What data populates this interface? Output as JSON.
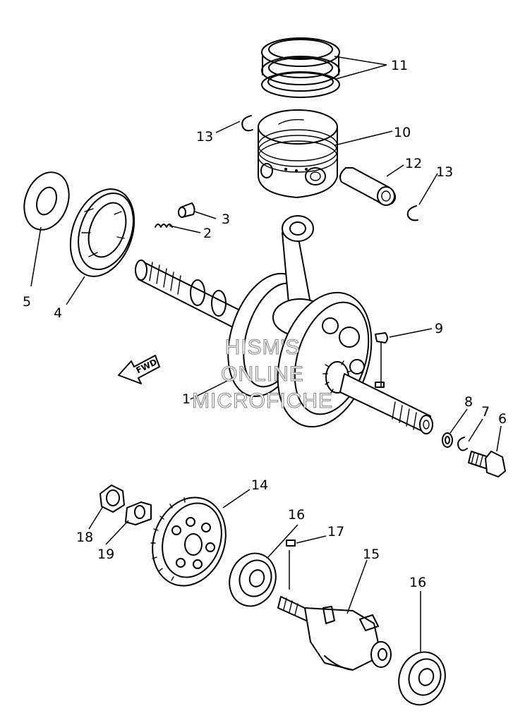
{
  "diagram": {
    "watermark_lines": [
      "HISM'S",
      "ONLINE",
      "MICROFICHE"
    ],
    "direction_label": "FWD",
    "callouts": [
      "1",
      "2",
      "3",
      "4",
      "5",
      "6",
      "7",
      "8",
      "9",
      "10",
      "11",
      "12",
      "13",
      "13",
      "14",
      "15",
      "16",
      "16",
      "17",
      "18",
      "19"
    ]
  }
}
